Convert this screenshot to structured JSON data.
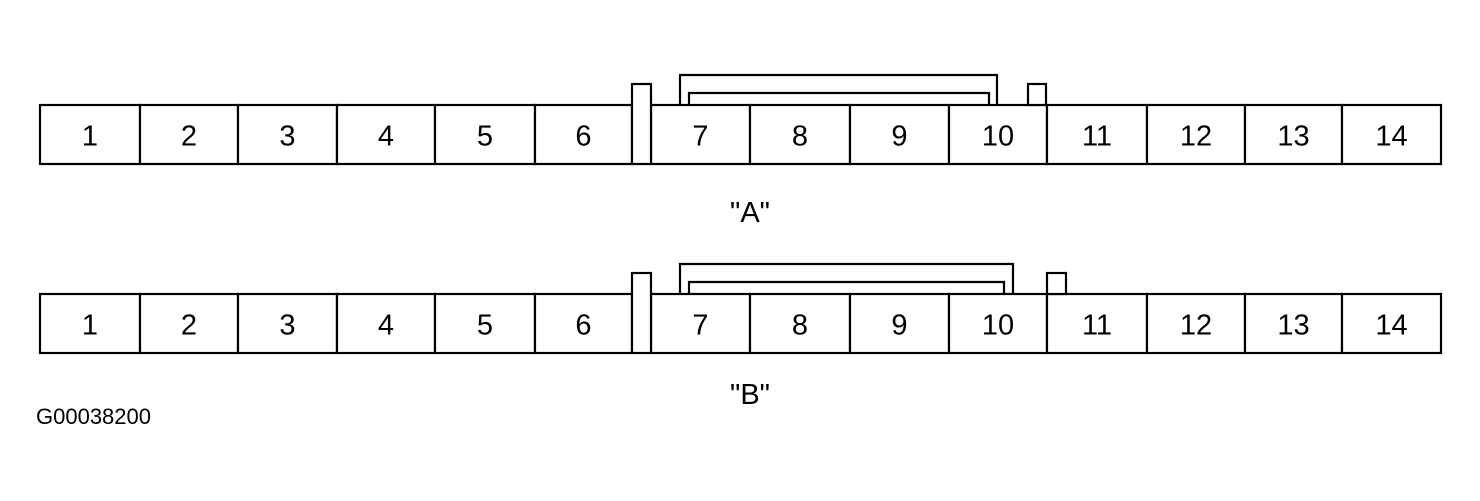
{
  "connectors": [
    {
      "label": "\"A\"",
      "pins": [
        "1",
        "2",
        "3",
        "4",
        "5",
        "6",
        "7",
        "8",
        "9",
        "10",
        "11",
        "12",
        "13",
        "14"
      ],
      "bracket_from_pin": "7",
      "bracket_to_pin": "10"
    },
    {
      "label": "\"B\"",
      "pins": [
        "1",
        "2",
        "3",
        "4",
        "5",
        "6",
        "7",
        "8",
        "9",
        "10",
        "11",
        "12",
        "13",
        "14"
      ],
      "bracket_from_pin": "7",
      "bracket_to_pin": "10"
    }
  ],
  "figure_id": "G00038200",
  "colors": {
    "line": "#000000",
    "background": "#ffffff"
  }
}
